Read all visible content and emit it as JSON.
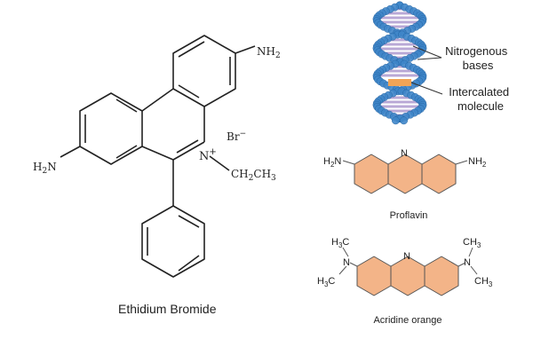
{
  "ethidium": {
    "name": "Ethidium Bromide",
    "nh2_top": "NH",
    "nh2_top_sub": "2",
    "h2n_left_h": "H",
    "h2n_left_sub": "2",
    "h2n_left_n": "N",
    "counter_ion": "Br",
    "counter_ion_charge": "−",
    "ring_n": "N",
    "ring_n_charge": "+",
    "ethyl_a": "CH",
    "ethyl_sub1": "2",
    "ethyl_b": "CH",
    "ethyl_sub2": "3"
  },
  "dna": {
    "label_bases_1": "Nitrogenous",
    "label_bases_2": "bases",
    "label_intercalated_1": "Intercalated",
    "label_intercalated_2": "molecule",
    "colors": {
      "backbone": "#3f86c9",
      "base": "#b9a8d6",
      "intercalated": "#f0a457"
    }
  },
  "proflavin": {
    "name": "Proflavin",
    "left_h": "H",
    "left_sub": "2",
    "left_n": "N",
    "ring_n": "N",
    "right_nh": "NH",
    "right_sub": "2",
    "ring_color": "#f3b488"
  },
  "acridine": {
    "name": "Acridine orange",
    "ring_n": "N",
    "left_top_h": "H",
    "left_top_sub": "3",
    "left_top_c": "C",
    "left_n": "N",
    "left_bot_h": "H",
    "left_bot_sub": "3",
    "left_bot_c": "C",
    "right_top_ch": "CH",
    "right_top_sub": "3",
    "right_n": "N",
    "right_bot_ch": "CH",
    "right_bot_sub": "3",
    "ring_color": "#f3b488"
  }
}
